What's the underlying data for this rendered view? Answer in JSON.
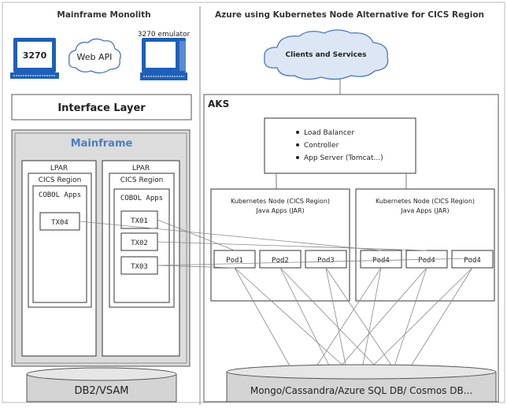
{
  "left_panel": {
    "title": "Mainframe Monolith",
    "terminal_label": "3270",
    "web_api_label": "Web API",
    "emulator_label": "3270 emulator",
    "interface_layer": "Interface Layer",
    "mainframe": {
      "title": "Mainframe",
      "lpars": [
        {
          "label": "LPAR",
          "region": "CICS Region",
          "apps": "COBOL Apps",
          "transactions": [
            "TX04"
          ]
        },
        {
          "label": "LPAR",
          "region": "CICS Region",
          "apps": "COBOL Apps",
          "transactions": [
            "TX01",
            "TX02",
            "TX03"
          ]
        }
      ]
    },
    "database": "DB2/VSAM"
  },
  "right_panel": {
    "title": "Azure using Kubernetes Node Alternative for CICS Region",
    "clients_cloud": "Clients and Services",
    "aks_label": "AKS",
    "services": [
      "Load Balancer",
      "Controller",
      "App Server (Tomcat...)"
    ],
    "nodes": [
      {
        "title": "Kubernetes Node (CICS Region)",
        "subtitle": "Java Apps (JAR)",
        "pods": [
          "Pod1",
          "Pod2",
          "Pod3"
        ]
      },
      {
        "title": "Kubernetes Node (CICS Region)",
        "subtitle": "Java Apps (JAR)",
        "pods": [
          "Pod4",
          "Pod4",
          "Pod4"
        ]
      }
    ],
    "database": "Mongo/Cassandra/Azure SQL DB/ Cosmos DB..."
  },
  "colors": {
    "mainframe_fill": "#dcdcdc",
    "mainframe_title": "#4a7fc1",
    "cloud_fill": "#dce6f5",
    "cloud_stroke": "#4a76b8",
    "monitor_blue": "#1f5fb8",
    "db_fill": "#d4d4d4"
  },
  "icons": [
    "monitor-3270-icon",
    "web-api-cloud-icon",
    "emulator-monitor-icon",
    "clients-cloud-icon",
    "database-cylinder-icon"
  ]
}
